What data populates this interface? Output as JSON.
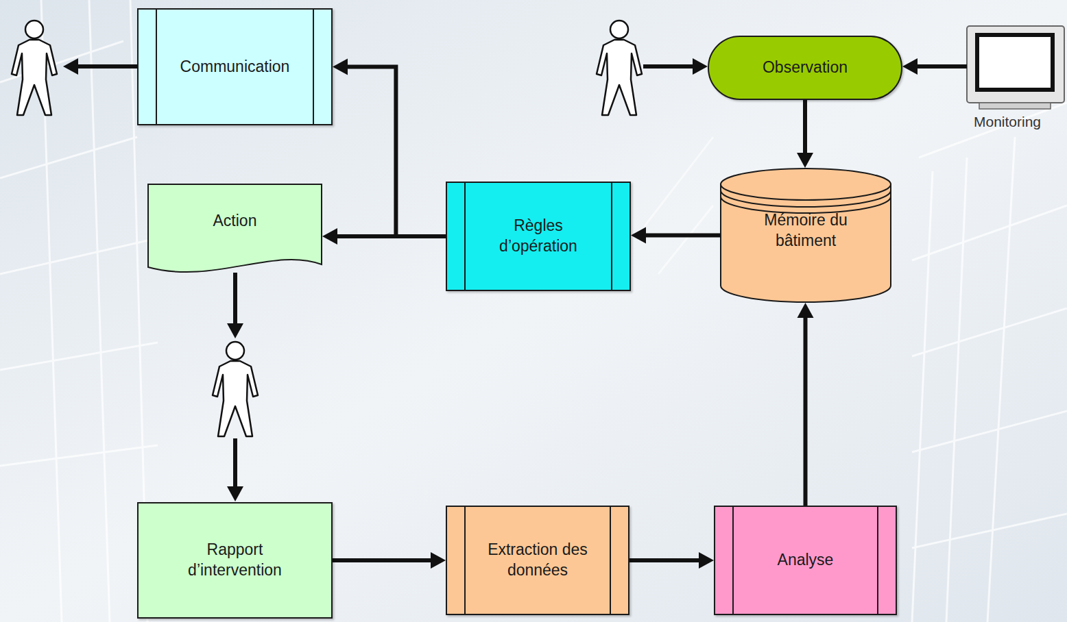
{
  "diagram": {
    "nodes": [
      {
        "text": [
          "Communication"
        ]
      },
      {
        "text": [
          "Observation"
        ]
      },
      {
        "text": [
          "Action"
        ]
      },
      {
        "text": [
          "Règles d’opération"
        ]
      },
      {
        "text": [
          "Mémoire du bâtiment"
        ]
      },
      {
        "text": [
          "Rapport d’intervention"
        ]
      },
      {
        "text": [
          "Extraction des données"
        ]
      },
      {
        "text": [
          "Analyse"
        ]
      }
    ],
    "edges": [
      {
        "from": 1,
        "to": 4,
        "arrow": "to"
      },
      {
        "from": 4,
        "to": 3,
        "arrow": "to"
      },
      {
        "from": 3,
        "to": 2,
        "arrow": "to"
      },
      {
        "from": 3,
        "to": 0,
        "arrow": "to"
      },
      {
        "from": 5,
        "to": 6,
        "arrow": "to"
      },
      {
        "from": 6,
        "to": 7,
        "arrow": "to"
      },
      {
        "from": 7,
        "to": 4,
        "arrow": "to"
      }
    ],
    "labels": [
      "Monitoring"
    ]
  }
}
